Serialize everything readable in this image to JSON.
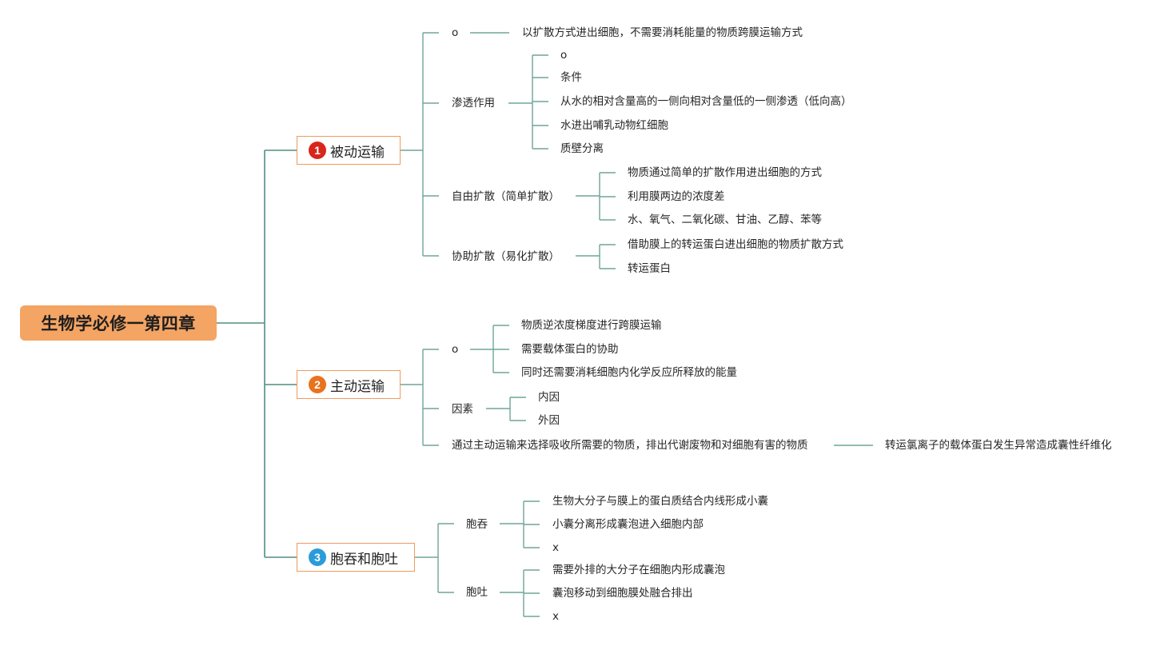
{
  "root": {
    "title": "生物学必修一第四章"
  },
  "colors": {
    "root_bg": "#f4a463",
    "border": "#ef9a5e",
    "line": "#6fa698",
    "badge1": "#d9261c",
    "badge2": "#e8721d",
    "badge3": "#2b9bd9"
  },
  "branches": [
    {
      "number": "1",
      "label": "被动运输",
      "children": [
        {
          "label": "o",
          "children": [
            "以扩散方式进出细胞，不需要消耗能量的物质跨膜运输方式"
          ]
        },
        {
          "label": "渗透作用",
          "children": [
            "o",
            "条件",
            "从水的相对含量高的一侧向相对含量低的一侧渗透（低向高）",
            "水进出哺乳动物红细胞",
            "质壁分离"
          ]
        },
        {
          "label": "自由扩散（简单扩散）",
          "children": [
            "物质通过简单的扩散作用进出细胞的方式",
            "利用膜两边的浓度差",
            "水、氧气、二氧化碳、甘油、乙醇、苯等"
          ]
        },
        {
          "label": "协助扩散（易化扩散）",
          "children": [
            "借助膜上的转运蛋白进出细胞的物质扩散方式",
            "转运蛋白"
          ]
        }
      ]
    },
    {
      "number": "2",
      "label": "主动运输",
      "children": [
        {
          "label": "o",
          "children": [
            "物质逆浓度梯度进行跨膜运输",
            "需要载体蛋白的协助",
            "同时还需要消耗细胞内化学反应所释放的能量"
          ]
        },
        {
          "label": "因素",
          "children": [
            "内因",
            "外因"
          ]
        },
        {
          "label": "通过主动运输来选择吸收所需要的物质，排出代谢废物和对细胞有害的物质",
          "children": [
            "转运氯离子的载体蛋白发生异常造成囊性纤维化"
          ]
        }
      ]
    },
    {
      "number": "3",
      "label": "胞吞和胞吐",
      "children": [
        {
          "label": "胞吞",
          "children": [
            "生物大分子与膜上的蛋白质结合内线形成小囊",
            "小囊分离形成囊泡进入细胞内部",
            "x"
          ]
        },
        {
          "label": "胞吐",
          "children": [
            "需要外排的大分子在细胞内形成囊泡",
            "囊泡移动到细胞膜处融合排出",
            "x"
          ]
        }
      ]
    }
  ]
}
